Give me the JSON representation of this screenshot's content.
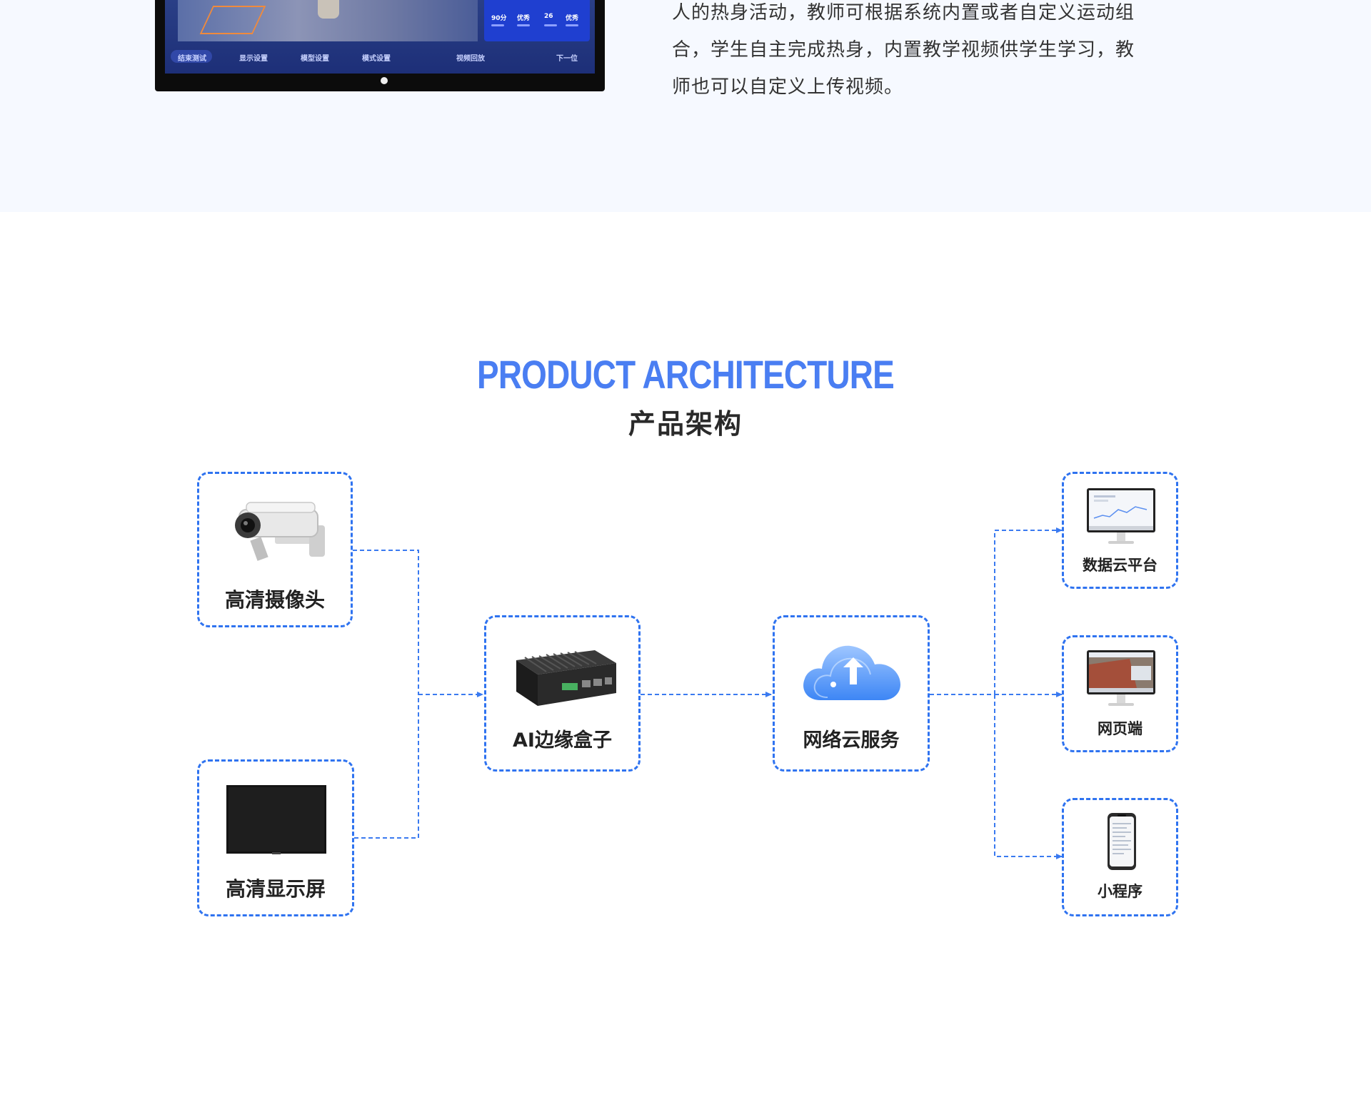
{
  "top": {
    "description_lines": [
      "人的热身活动，教师可根据系统内置或者自定义运动组",
      "合，学生自主完成热身，内置教学视频供学生学习，教",
      "师也可以自定义上传视频。"
    ],
    "screen": {
      "scores": [
        "90分",
        "优秀",
        "26",
        "优秀"
      ],
      "controls": [
        "结束测试",
        "显示设置",
        "模型设置",
        "模式设置",
        "视频回放",
        "下一位"
      ]
    }
  },
  "section": {
    "title_en": "PRODUCT ARCHITECTURE",
    "title_cn": "产品架构"
  },
  "nodes": {
    "camera": {
      "label": "高清摄像头",
      "icon": "security-camera-icon"
    },
    "display": {
      "label": "高清显示屏",
      "icon": "display-screen-icon"
    },
    "edge_box": {
      "label": "AI边缘盒子",
      "icon": "edge-box-icon"
    },
    "cloud": {
      "label": "网络云服务",
      "icon": "cloud-upload-icon"
    },
    "data_platform": {
      "label": "数据云平台",
      "icon": "desktop-monitor-icon"
    },
    "web": {
      "label": "网页端",
      "icon": "desktop-monitor-icon"
    },
    "mini_program": {
      "label": "小程序",
      "icon": "smartphone-icon"
    }
  },
  "colors": {
    "accent": "#4a7ef2",
    "dashed_border": "#2f73f0",
    "connector": "#3a7af0",
    "top_band": "#f6f9ff"
  }
}
